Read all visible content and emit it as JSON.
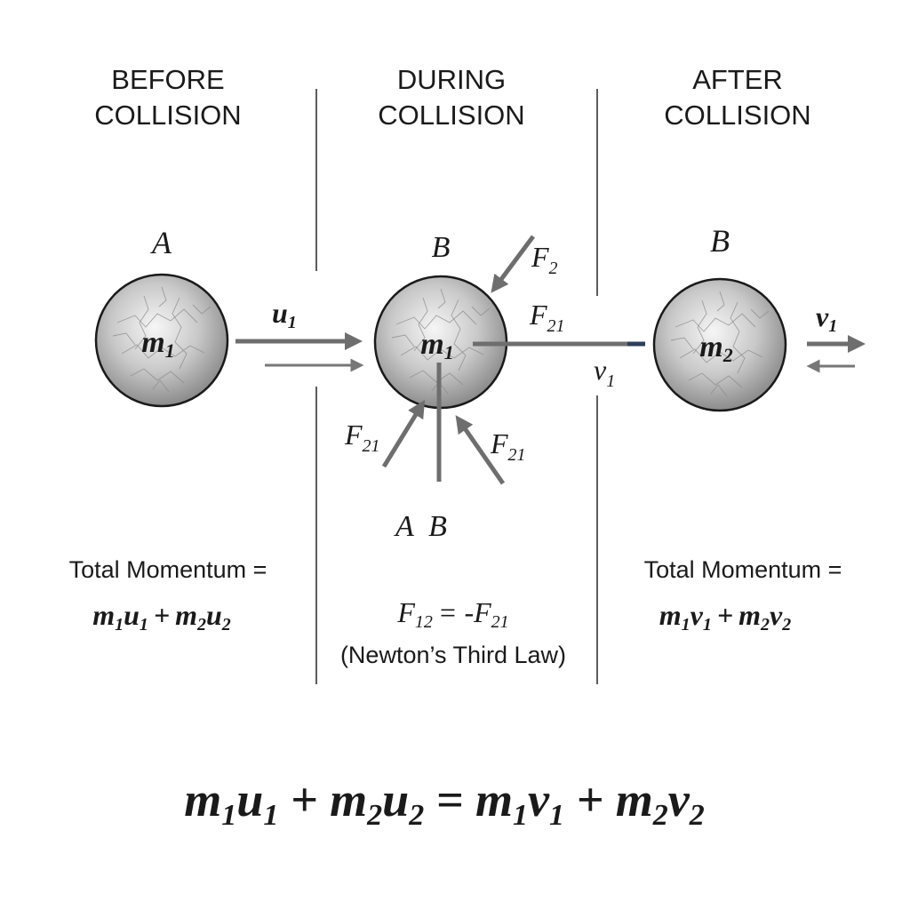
{
  "panels": {
    "before": {
      "heading_line1": "BEFORE",
      "heading_line2": "COLLISION"
    },
    "during": {
      "heading_line1": "DURING",
      "heading_line2": "COLLISION"
    },
    "after": {
      "heading_line1": "AFTER",
      "heading_line2": "COLLISION"
    }
  },
  "labels": {
    "ball_a_top": "A",
    "ball_b_top_during": "B",
    "ball_b_top_after": "B",
    "velocity_u": "u",
    "velocity_u_sub": "1",
    "force_f2": "F",
    "force_f2_sub": "2",
    "force_f21_right": "F",
    "force_f21_right_sub": "21",
    "velocity_v_mid": "v",
    "velocity_v_mid_sub": "1",
    "force_f21_left": "F",
    "force_f21_left_sub": "21",
    "force_f21_lower": "F",
    "force_f21_lower_sub": "21",
    "contact_ab": "A  B",
    "velocity_v_after": "v",
    "velocity_v_after_sub": "1"
  },
  "balls": {
    "before": {
      "m": "m",
      "sub": "1"
    },
    "during": {
      "m": "m",
      "sub": "1"
    },
    "after": {
      "m": "m",
      "sub": "2"
    }
  },
  "momentum_before": {
    "label": "Total Momentum =",
    "m1": "m",
    "m1_sub": "1",
    "u1": "u",
    "u1_sub": "1",
    "plus": "+",
    "m2": "m",
    "m2_sub": "2",
    "u2": "u",
    "u2_sub": "2"
  },
  "third_law": {
    "f12": "F",
    "f12_sub": "12",
    "equals": "= -",
    "f21": "F",
    "f21_sub": "21",
    "caption": "(Newton’s Third Law)"
  },
  "momentum_after": {
    "label": "Total Momentum =",
    "m1": "m",
    "m1_sub": "1",
    "v1": "v",
    "v1_sub": "1",
    "plus": "+",
    "m2": "m",
    "m2_sub": "2",
    "v2": "v",
    "v2_sub": "2"
  },
  "conservation": {
    "m1": "m",
    "m1_sub": "1",
    "u1": "u",
    "u1_sub": "1",
    "plus1": " + ",
    "m2": "m",
    "m2_sub": "2",
    "u2": "u",
    "u2_sub": "2",
    "equals": " = ",
    "m3": "m",
    "m3_sub": "1",
    "v1": "v",
    "v1_sub": "1",
    "plus2": " + ",
    "m4": "m",
    "m4_sub": "2",
    "v2": "v",
    "v2_sub": "2"
  },
  "colors": {
    "arrow": "#6e6e6e",
    "ball_light": "#f4f4f4",
    "ball_dark": "#8c8c8c",
    "text": "#1a1a1a"
  }
}
